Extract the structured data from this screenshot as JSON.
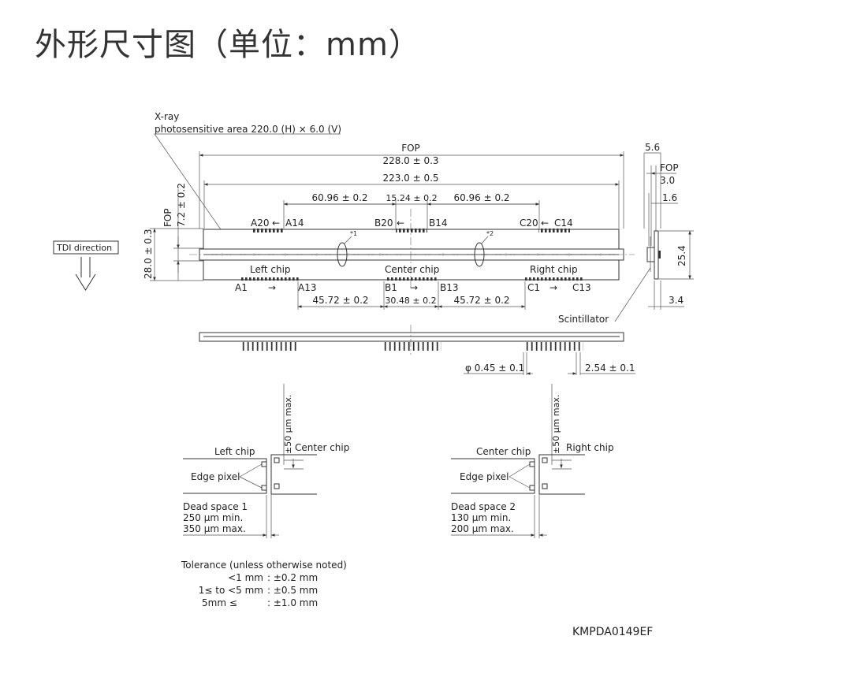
{
  "title": "外形尺寸图（单位：mm）",
  "doc_code": "KMPDA0149EF",
  "xray_label_line1": "X-ray",
  "xray_label_line2": "photosensitive area 220.0 (H) × 6.0 (V)",
  "tdi_direction": "TDI direction",
  "scintillator": "Scintillator",
  "top_view": {
    "fop_label": "FOP",
    "width_outer": "228.0 ± 0.3",
    "width_inner": "223.0 ± 0.5",
    "span_left": "60.96 ± 0.2",
    "span_center": "15.24 ± 0.2",
    "span_right": "60.96 ± 0.2",
    "left_fop": "FOP",
    "left_fop_dim": "7.2 ± 0.2",
    "left_height": "28.0 ± 0.3",
    "pin_a20": "A20",
    "pin_a14": "A14",
    "pin_b20": "B20",
    "pin_b14": "B14",
    "pin_c20": "C20",
    "pin_c14": "C14",
    "arrow_left": "←",
    "arrow_right": "→",
    "note1": "*1",
    "note2": "*2",
    "left_chip": "Left chip",
    "center_chip": "Center chip",
    "right_chip": "Right chip",
    "pin_a1": "A1",
    "pin_a13": "A13",
    "pin_b1": "B1",
    "pin_b13": "B13",
    "pin_c1": "C1",
    "pin_c13": "C13",
    "bottom_left": "45.72 ± 0.2",
    "bottom_center": "30.48 ± 0.2",
    "bottom_right": "45.72 ± 0.2"
  },
  "side_view": {
    "dim_56": "5.6",
    "fop": "FOP",
    "dim_30": "3.0",
    "dim_16": "1.6",
    "dim_254": "25.4",
    "dim_34": "3.4"
  },
  "front_view": {
    "pin_dia": "φ 0.45 ± 0.1",
    "pin_pitch": "2.54 ± 0.1"
  },
  "detail1": {
    "tol": "±50 μm max.",
    "chip_a": "Left chip",
    "chip_b": "Center chip",
    "edge": "Edge pixel",
    "dead_title": "Dead space 1",
    "dead_min": "250 μm min.",
    "dead_max": "350 μm max."
  },
  "detail2": {
    "tol": "±50 μm max.",
    "chip_a": "Center chip",
    "chip_b": "Right chip",
    "edge": "Edge pixel",
    "dead_title": "Dead space 2",
    "dead_min": "130 μm min.",
    "dead_max": "200 μm max."
  },
  "tolerance": {
    "title": "Tolerance (unless otherwise noted)",
    "r1_range": "<1 mm",
    "r1_val": ": ±0.2 mm",
    "r2_range": "1≤  to  <5 mm",
    "r2_val": ": ±0.5 mm",
    "r3_range": "5mm  ≤",
    "r3_val": ": ±1.0 mm"
  }
}
